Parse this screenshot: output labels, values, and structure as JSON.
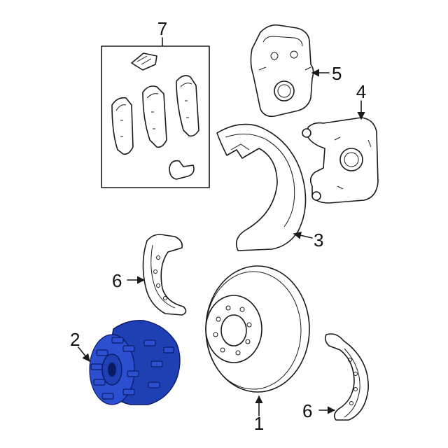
{
  "callouts": {
    "rotor": "1",
    "hub": "2",
    "splash_shield": "3",
    "caliper_bracket": "4",
    "caliper": "5",
    "shoe_upper": "6",
    "shoe_lower": "6",
    "pad_kit": "7"
  },
  "colors": {
    "highlight": "#1f3fb4",
    "line": "#1a1a1a",
    "background": "#ffffff"
  }
}
